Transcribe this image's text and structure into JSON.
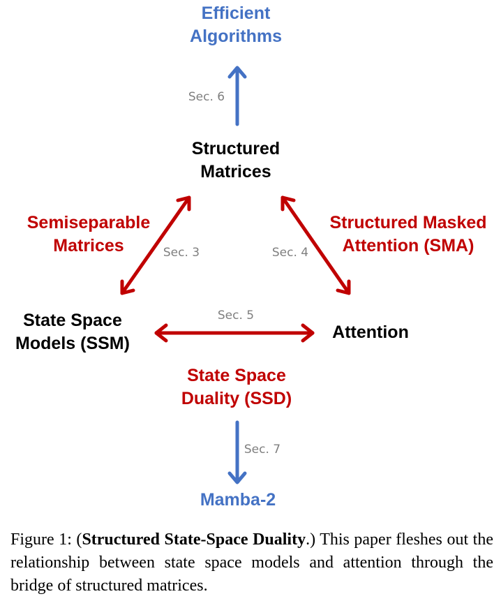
{
  "nodes": {
    "efficient_algorithms": [
      "Efficient",
      "Algorithms"
    ],
    "structured_matrices": [
      "Structured",
      "Matrices"
    ],
    "ssm": [
      "State Space",
      "Models (SSM)"
    ],
    "attention": [
      "Attention"
    ],
    "mamba2": [
      "Mamba-2"
    ]
  },
  "edge_labels": {
    "semiseparable": [
      "Semiseparable",
      "Matrices"
    ],
    "sma": [
      "Structured Masked",
      "Attention (SMA)"
    ],
    "ssd": [
      "State Space",
      "Duality (SSD)"
    ]
  },
  "sections": {
    "sec6": "Sec. 6",
    "sec3": "Sec. 3",
    "sec4": "Sec. 4",
    "sec5": "Sec. 5",
    "sec7": "Sec. 7"
  },
  "colors": {
    "blue": "#4472c4",
    "red": "#c00000",
    "gray": "#7f7f7f"
  },
  "caption": {
    "prefix": "Figure 1: (",
    "bold": "Structured State-Space Duality",
    "rest": ".) This paper fleshes out the relationship between state space models and attention through the bridge of structured matrices."
  }
}
